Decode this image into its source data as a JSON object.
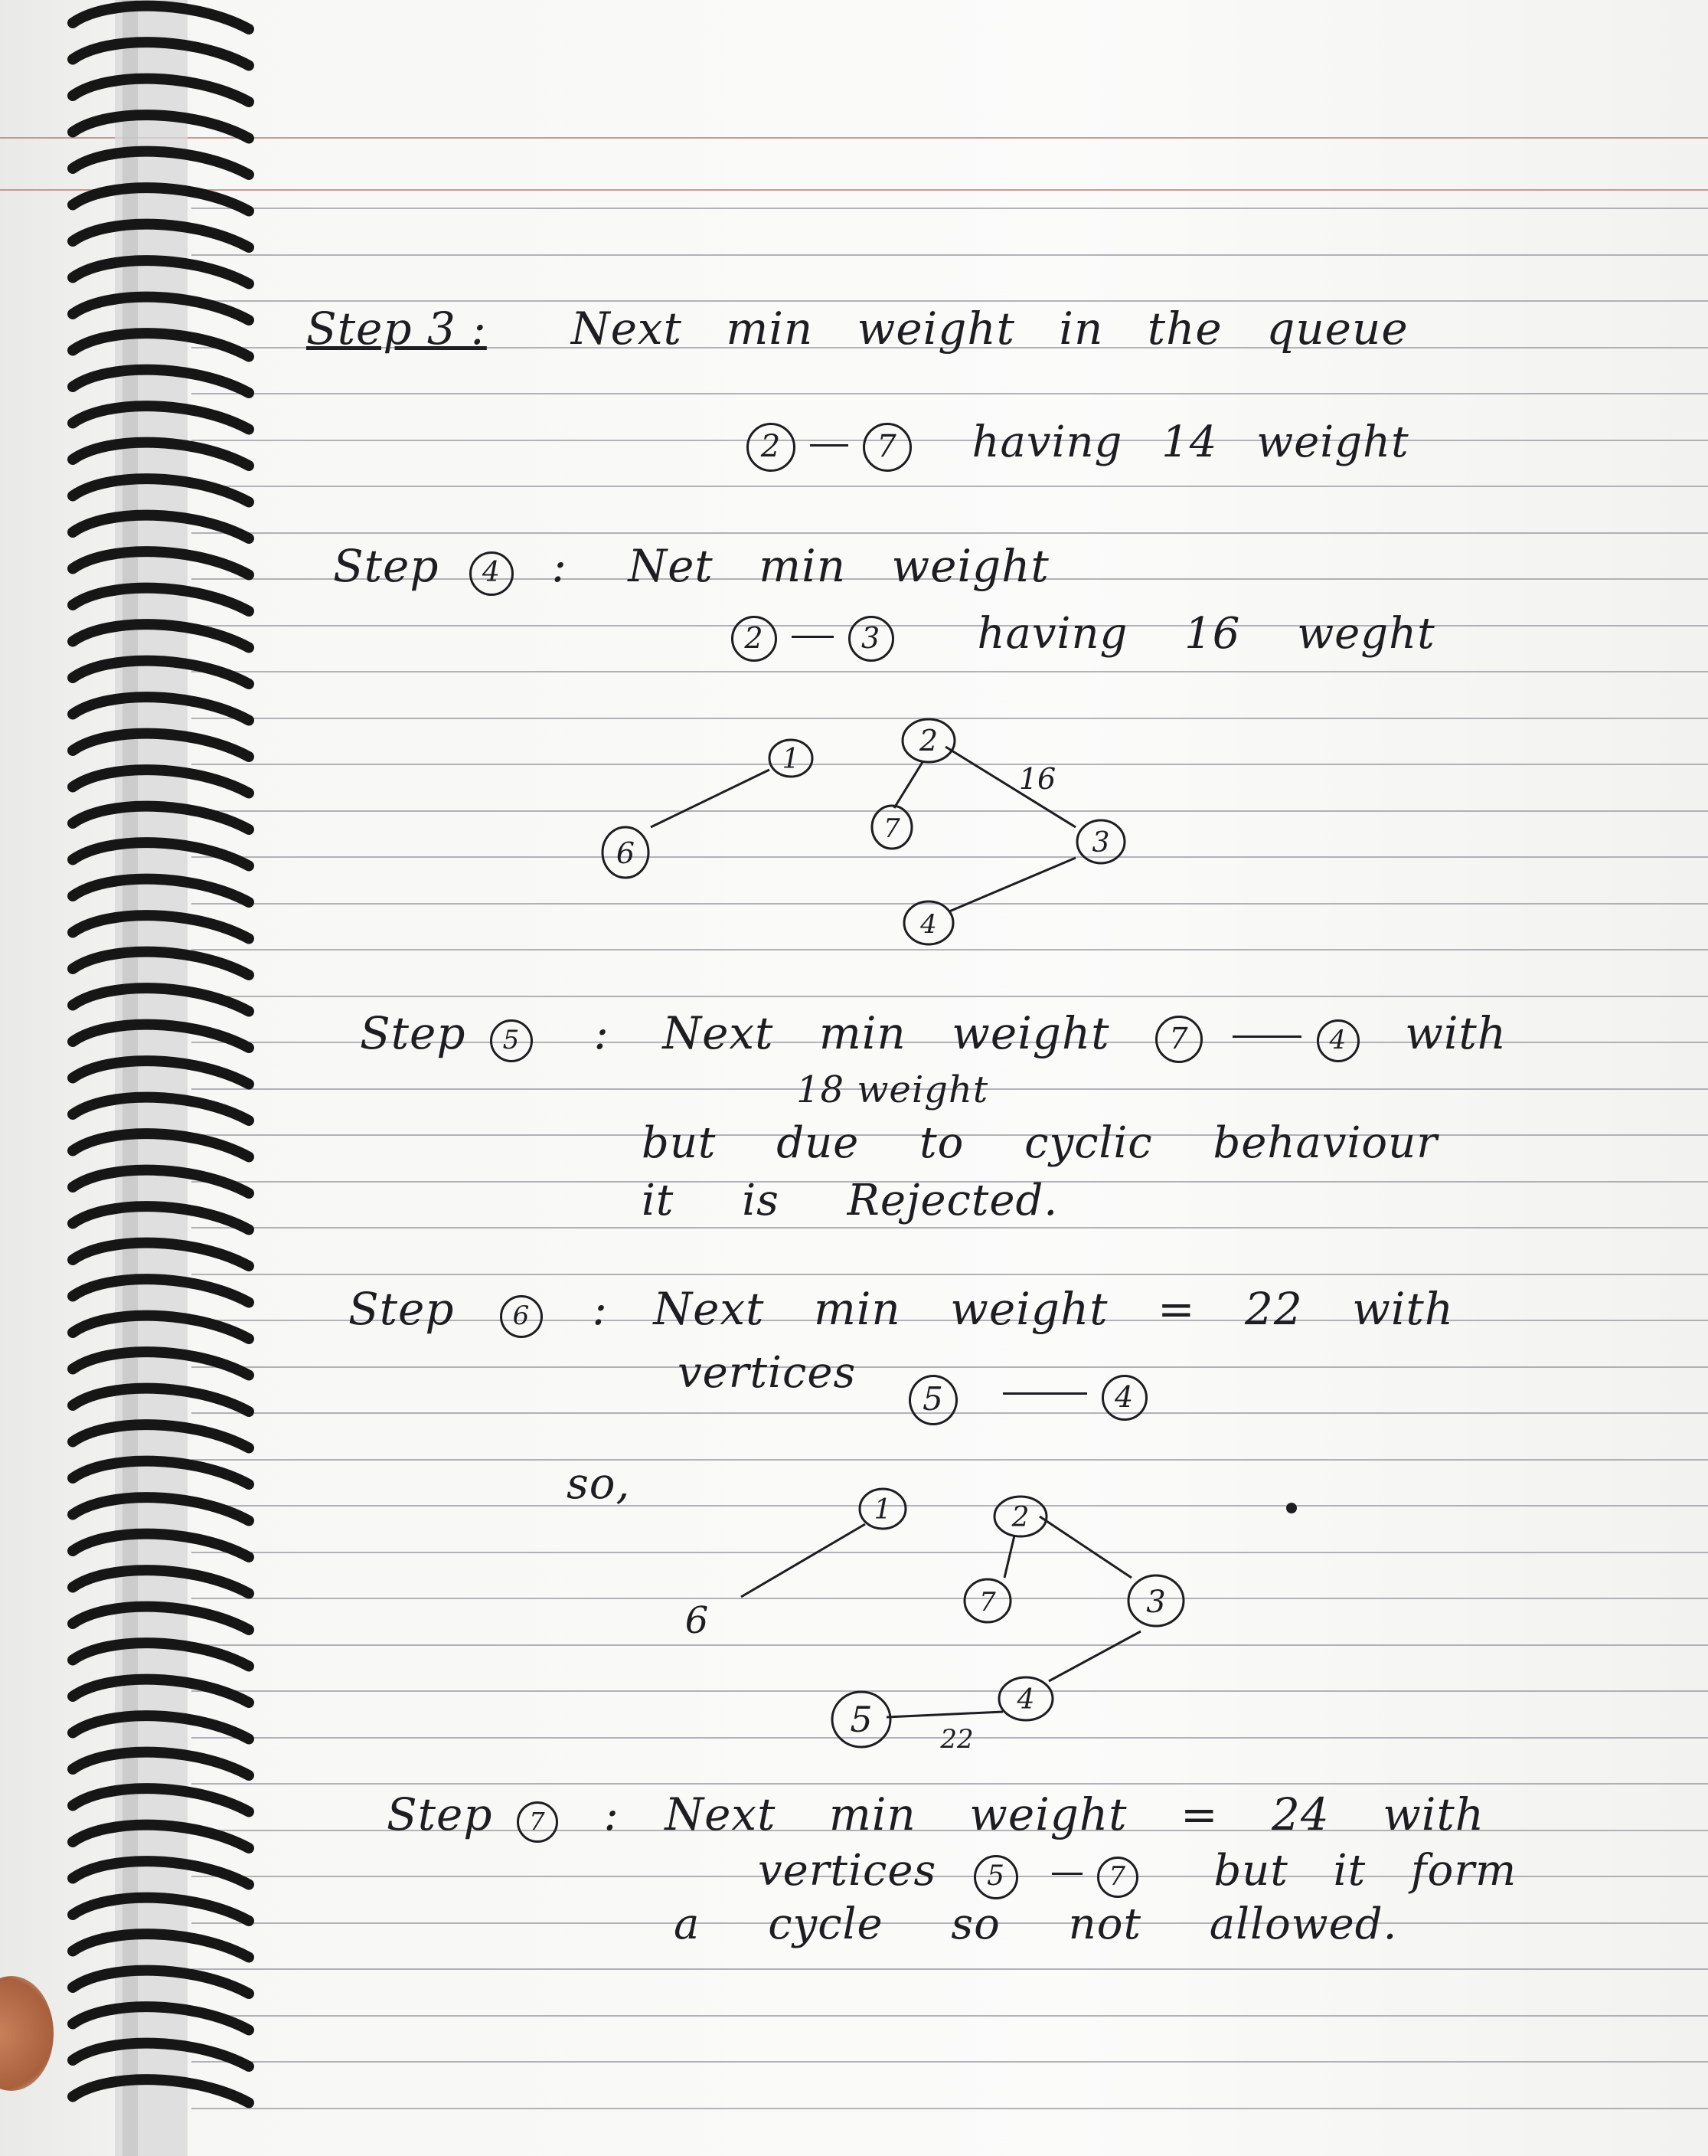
{
  "step3": {
    "label": "Step 3 :",
    "text": "Next min weight in the queue",
    "edge_a": "2",
    "edge_b": "7",
    "detail": "having 14 weight"
  },
  "step4": {
    "label": "Step",
    "num": "4",
    "colon": ":",
    "text": "Net min weight",
    "edge_a": "2",
    "edge_b": "3",
    "detail": "having 16 weght"
  },
  "graph1": {
    "nodes": [
      "1",
      "2",
      "6",
      "7",
      "3",
      "4"
    ],
    "edge_label": "16"
  },
  "step5": {
    "label": "Step",
    "num": "5",
    "colon": ":",
    "text": "Next min weight",
    "edge_a": "7",
    "edge_b": "4",
    "with": "with",
    "line2": "18 weight",
    "line3": "but due to cyclic behaviour",
    "line4": "it is Rejected."
  },
  "step6": {
    "label": "Step",
    "num": "6",
    "colon": ":",
    "text": "Next min weight = 22 with",
    "line2": "vertices",
    "edge_a": "5",
    "edge_b": "4"
  },
  "so_label": "so,",
  "graph2": {
    "nodes": [
      "1",
      "2",
      "6",
      "7",
      "3",
      "5",
      "4"
    ],
    "edge_label": "22"
  },
  "step7": {
    "label": "Step",
    "num": "7",
    "colon": ":",
    "text": "Next min weight = 24 with",
    "line2a": "vertices",
    "edge_a": "5",
    "edge_b": "7",
    "line2b": "but it form",
    "line3": "a cycle so not allowed."
  }
}
